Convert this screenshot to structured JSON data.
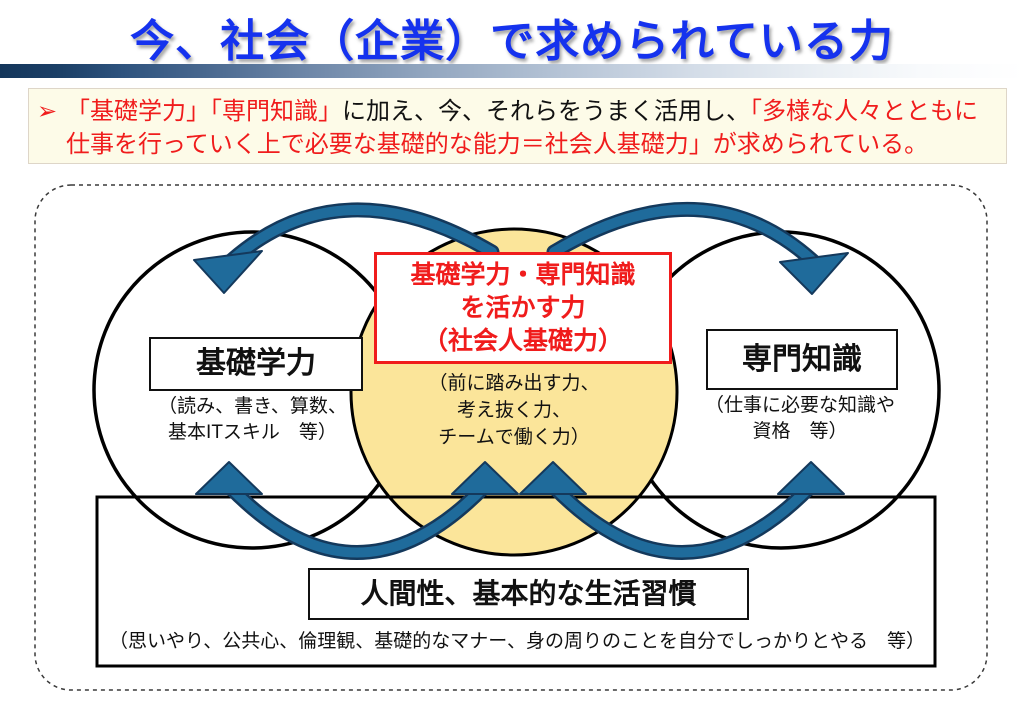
{
  "title": "今、社会（企業）で求められている力",
  "callout": {
    "bullet": "➢",
    "segments": [
      {
        "text": "「基礎学力」「専門知識」",
        "color": "red"
      },
      {
        "text": "に加え、今、それらをうまく活用し、",
        "color": "black"
      },
      {
        "text": "「多様な人々とともに仕事を行っていく上で必要な基礎的な能力＝社会人基礎力」が求められている。",
        "color": "red"
      }
    ]
  },
  "diagram": {
    "left_circle": {
      "label": "基礎学力",
      "sub_line1": "（読み、書き、算数、",
      "sub_line2": "基本ITスキル　等）"
    },
    "center_circle": {
      "box_line1": "基礎学力・専門知識",
      "box_line2": "を活かす力",
      "box_line3": "（社会人基礎力）",
      "sub_line1": "（前に踏み出す力、",
      "sub_line2": "考え抜く力、",
      "sub_line3": "チームで働く力）"
    },
    "right_circle": {
      "label": "専門知識",
      "sub_line1": "（仕事に必要な知識や",
      "sub_line2": "資格　等）"
    },
    "base_box": {
      "label": "人間性、基本的な生活習慣",
      "sub": "（思いやり、公共心、倫理観、基礎的なマナー、身の周りのことを自分でしっかりとやる　等）"
    }
  },
  "colors": {
    "title_blue": "#1532EE",
    "accent_red": "#F01C1C",
    "arrow_blue": "#1F6B9B",
    "arrow_outline": "#14395C",
    "center_circle_yellow": "#FBE59A",
    "callout_bg": "#FDFBE8"
  }
}
